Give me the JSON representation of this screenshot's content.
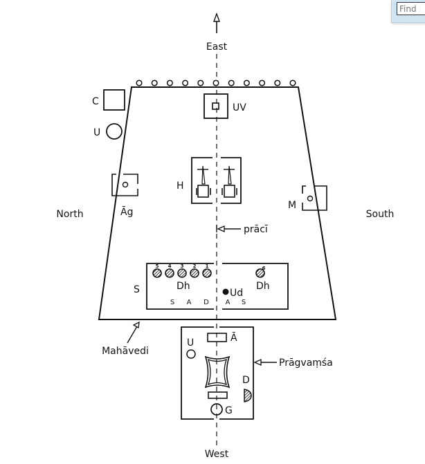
{
  "find_bar": {
    "placeholder": "Find"
  },
  "directions": {
    "east": "East",
    "west": "West",
    "north": "North",
    "south": "South"
  },
  "labels": {
    "C": "C",
    "U_top": "U",
    "UV": "UV",
    "H": "H",
    "Ag": "Āg",
    "M": "M",
    "praci": "prācī",
    "S_left": "S",
    "Dh_left": "Dh",
    "Dh_right": "Dh",
    "Ud": "Ud",
    "mahavedi": "Mahāvedi",
    "U_bottom": "U",
    "A_bar": "Ā",
    "pragvamsa": "Prāgvaṃśa",
    "D": "D",
    "G": "G"
  },
  "dhishnya_numbers": [
    "5",
    "4",
    "3",
    "2",
    "1",
    "6"
  ],
  "sadas_letters": [
    "S",
    "A",
    "D",
    "A",
    "S"
  ],
  "colors": {
    "ink": "#111111",
    "panel": "#cfe3f1"
  }
}
